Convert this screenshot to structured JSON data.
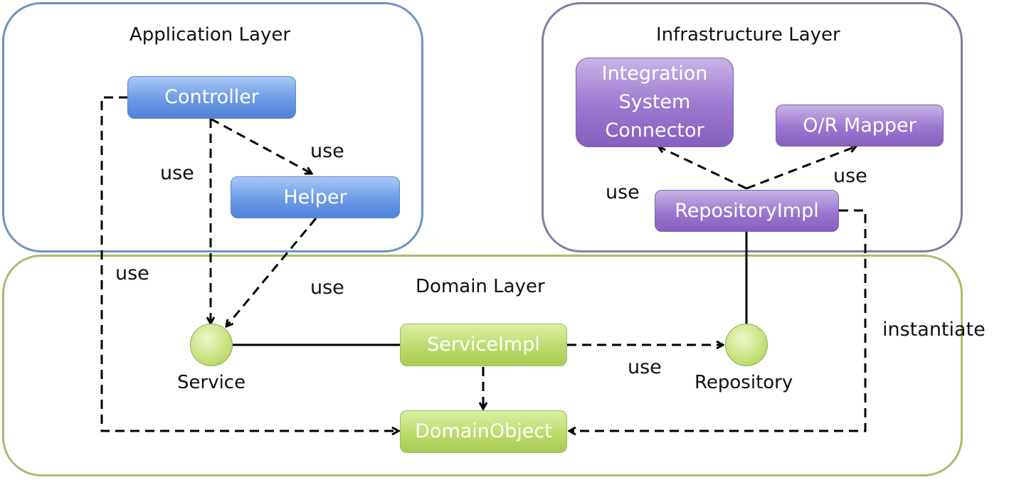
{
  "layers": {
    "application": "Application Layer",
    "infrastructure": "Infrastructure Layer",
    "domain": "Domain Layer"
  },
  "nodes": {
    "controller": "Controller",
    "helper": "Helper",
    "integration": "Integration System Connector",
    "or_mapper": "O/R Mapper",
    "repository_impl": "RepositoryImpl",
    "service_impl": "ServiceImpl",
    "domain_object": "DomainObject",
    "service": "Service",
    "repository": "Repository"
  },
  "edges": {
    "controller_helper": "use",
    "controller_service": "use",
    "controller_domainobject": "use",
    "helper_service": "use",
    "repoimpl_integration": "use",
    "repoimpl_ormapper": "use",
    "serviceimpl_repository": "use",
    "repoimpl_domainobject": "instantiate"
  },
  "colors": {
    "application": "#6c94c4",
    "infrastructure": "#8b77a8",
    "domain": "#a7bf6a"
  }
}
